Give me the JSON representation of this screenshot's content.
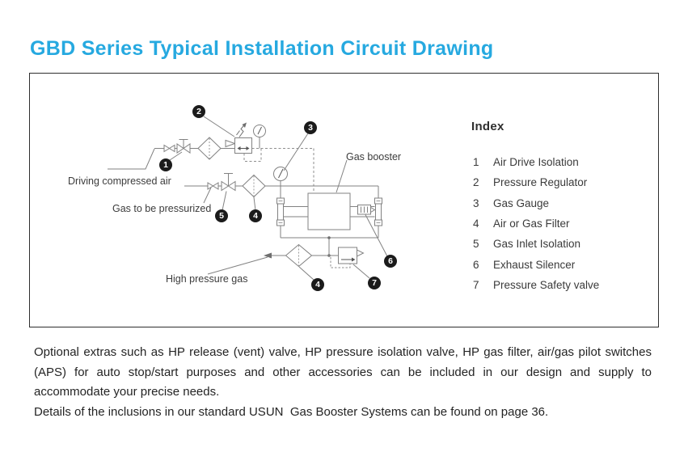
{
  "page": {
    "title": "GBD Series Typical Installation Circuit Drawing"
  },
  "diagram": {
    "labels": {
      "driving_air": "Driving compressed air",
      "gas_inlet": "Gas to be pressurized",
      "high_pressure": "High pressure gas",
      "gas_booster": "Gas booster"
    },
    "callouts": {
      "air_isolation": "1",
      "pressure_regulator": "2",
      "gas_gauge": "3",
      "air_filter": "4",
      "gas_inlet_isolation": "5",
      "exhaust_silencer": "6",
      "hp_filter": "4",
      "safety_valve": "7"
    }
  },
  "index": {
    "title": "Index",
    "items": [
      {
        "num": "1",
        "label": "Air Drive Isolation"
      },
      {
        "num": "2",
        "label": "Pressure Regulator"
      },
      {
        "num": "3",
        "label": "Gas Gauge"
      },
      {
        "num": "4",
        "label": "Air or Gas Filter"
      },
      {
        "num": "5",
        "label": "Gas Inlet Isolation"
      },
      {
        "num": "6",
        "label": "Exhaust Silencer"
      },
      {
        "num": "7",
        "label": "Pressure Safety valve"
      }
    ]
  },
  "notes": {
    "paragraph1": "Optional extras such as HP release (vent) valve, HP pressure isolation valve, HP gas filter, air/gas pilot switches (APS) for auto stop/start purposes and other accessories can be included in our design and supply to accommodate your precise needs.",
    "paragraph2": "Details of the inclusions in our standard USUN  Gas Booster Systems can be found on page 36."
  },
  "colors": {
    "accent": "#26a9e0",
    "line": "#828282",
    "callout": "#1b1b1b"
  }
}
